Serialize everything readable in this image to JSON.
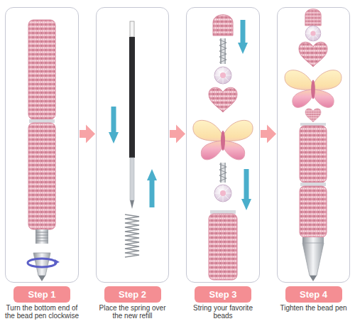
{
  "diagram": {
    "nodes": [
      {
        "text": [
          "Step 1",
          "Turn the bottom end of the bead pen clockwise"
        ]
      },
      {
        "text": [
          "Step 2",
          "Place the spring over the new refill"
        ]
      },
      {
        "text": [
          "Step 3",
          "String your favorite beads"
        ]
      },
      {
        "text": [
          "Step 4",
          "Tighten the bead pen"
        ]
      }
    ],
    "edges": [
      {
        "from": 0,
        "to": 1,
        "arrow": "to"
      },
      {
        "from": 1,
        "to": 2,
        "arrow": "to"
      },
      {
        "from": 2,
        "to": 3,
        "arrow": "to"
      }
    ]
  }
}
